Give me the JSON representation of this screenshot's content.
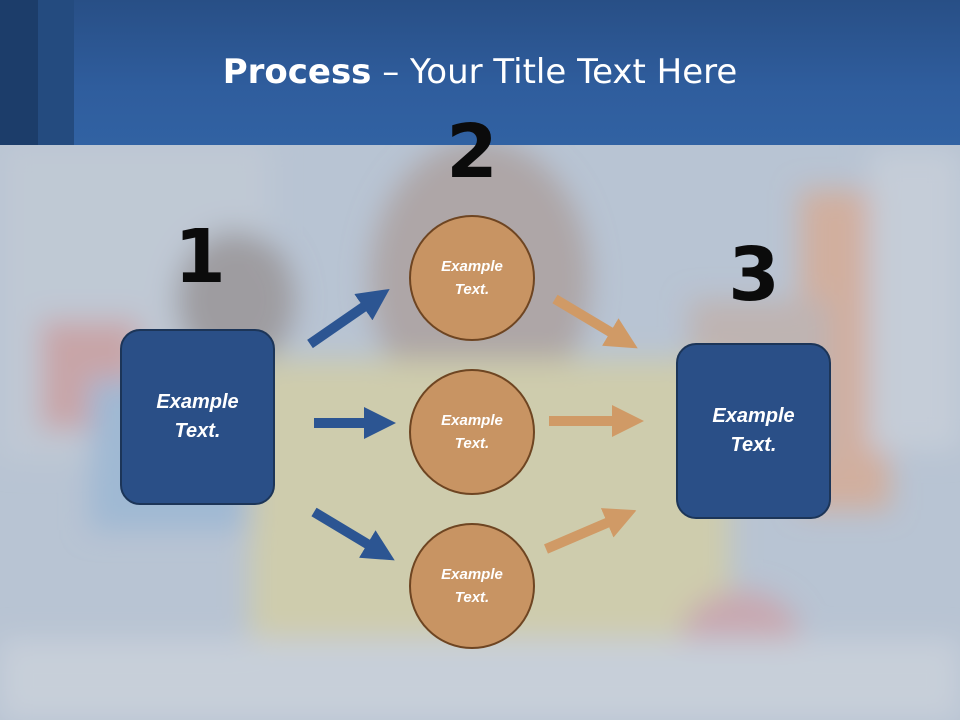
{
  "title": {
    "bold": "Process",
    "rest": " – Your Title Text Here"
  },
  "steps": {
    "one": {
      "number": "1",
      "text": "Example\nText."
    },
    "two": {
      "number": "2",
      "items": [
        {
          "text": "Example\nText."
        },
        {
          "text": "Example\nText."
        },
        {
          "text": "Example\nText."
        }
      ]
    },
    "three": {
      "number": "3",
      "text": "Example\nText."
    }
  },
  "colors": {
    "header": "#2f5d9d",
    "box_fill": "#2a4f87",
    "circle_fill": "#c89463",
    "left_arrow": "#2c5592",
    "right_arrow": "#d09a66"
  }
}
